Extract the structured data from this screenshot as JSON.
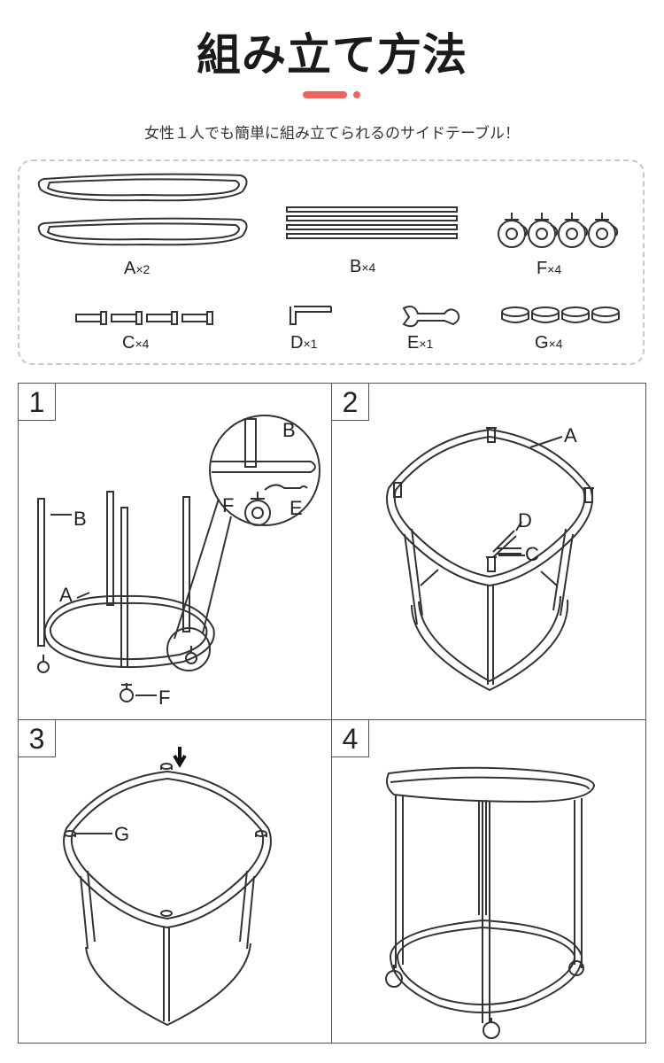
{
  "page": {
    "title": "組み立て方法",
    "subtitle": "女性１人でも簡単に組み立てられるのサイドテーブル！",
    "accent_color": "#f0635c"
  },
  "parts": [
    {
      "letter": "A",
      "mult": "×2"
    },
    {
      "letter": "B",
      "mult": "×4"
    },
    {
      "letter": "F",
      "mult": "×4"
    },
    {
      "letter": "C",
      "mult": "×4"
    },
    {
      "letter": "D",
      "mult": "×1"
    },
    {
      "letter": "E",
      "mult": "×1"
    },
    {
      "letter": "G",
      "mult": "×4"
    }
  ],
  "steps": [
    {
      "number": "1",
      "labels": {
        "b_leg": "B",
        "a_ring": "A",
        "f_caster": "F",
        "zoom_b": "B",
        "zoom_f": "F",
        "zoom_e": "E"
      }
    },
    {
      "number": "2",
      "labels": {
        "a_top": "A",
        "d_key": "D",
        "c_screw": "C"
      }
    },
    {
      "number": "3",
      "labels": {
        "g_pad": "G"
      }
    },
    {
      "number": "4",
      "labels": {}
    }
  ]
}
